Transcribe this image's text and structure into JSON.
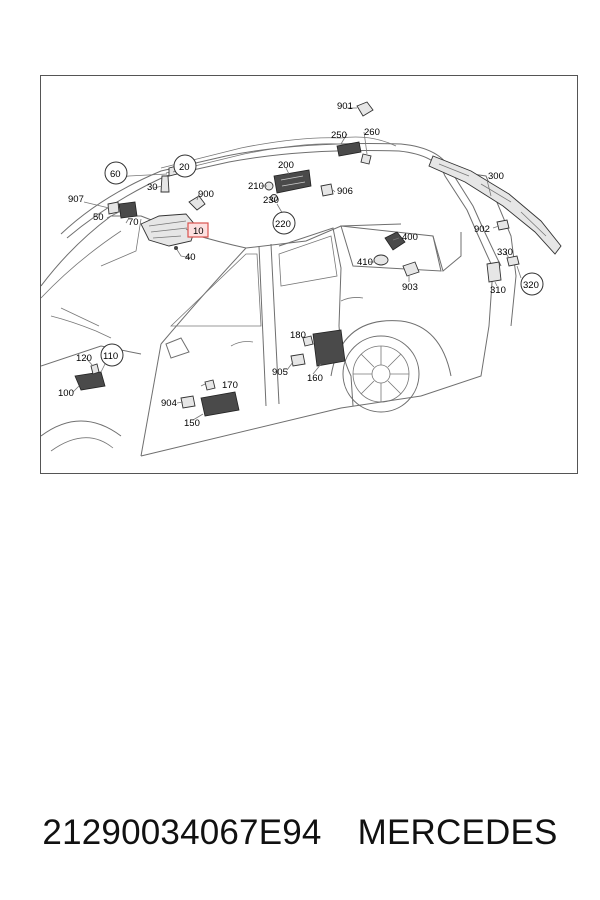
{
  "diagram": {
    "callouts": {
      "c901": "901",
      "c250": "250",
      "c260": "260",
      "c200": "200",
      "c300": "300",
      "c60": "60",
      "c20": "20",
      "c30": "30",
      "c907": "907",
      "c900": "900",
      "c50": "50",
      "c70": "70",
      "c10": "10",
      "c40": "40",
      "c210": "210",
      "c906": "906",
      "c230": "230",
      "c220": "220",
      "c400": "400",
      "c410": "410",
      "c903": "903",
      "c902": "902",
      "c330": "330",
      "c310": "310",
      "c320": "320",
      "c120": "120",
      "c110": "110",
      "c100": "100",
      "c180": "180",
      "c905": "905",
      "c160": "160",
      "c170": "170",
      "c904": "904",
      "c150": "150"
    },
    "highlight_color": "#d9534f"
  },
  "caption": {
    "part_number": "21290034067E94",
    "brand": "MERCEDES"
  }
}
